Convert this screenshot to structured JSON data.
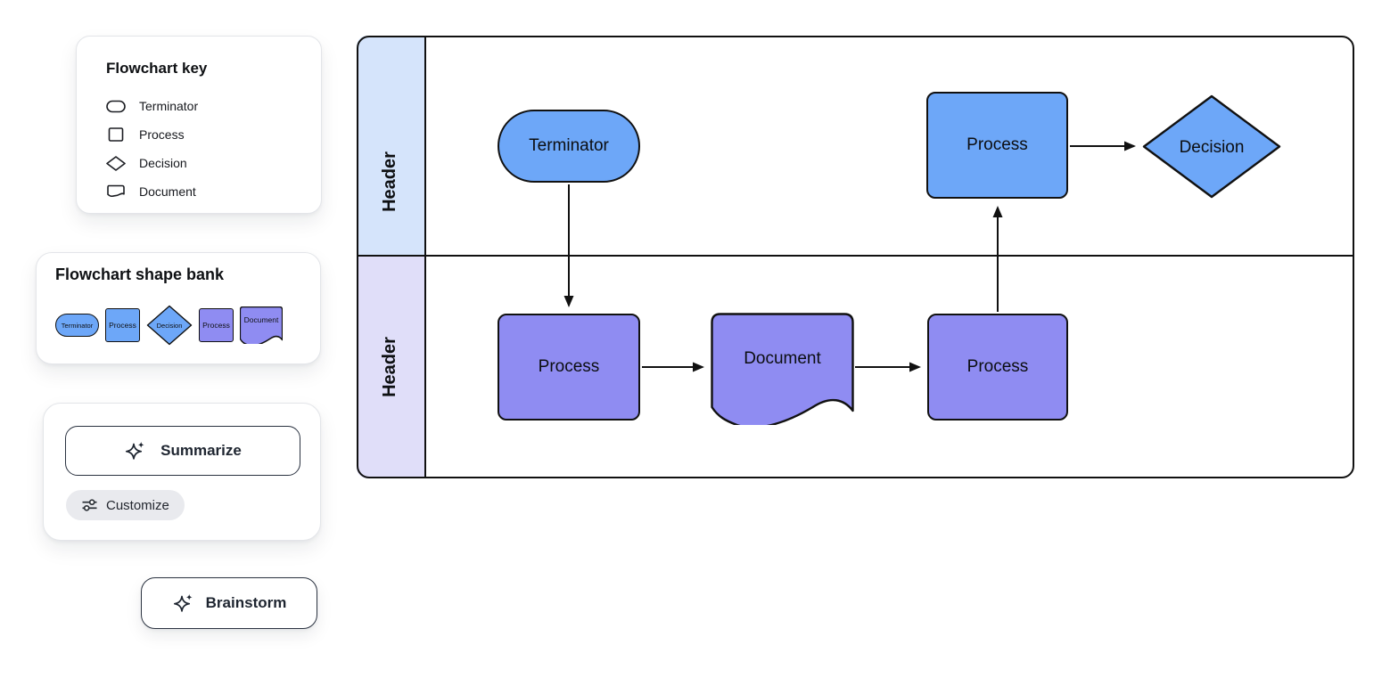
{
  "key_panel": {
    "title": "Flowchart key",
    "items": [
      {
        "icon": "terminator-outline-icon",
        "label": "Terminator"
      },
      {
        "icon": "process-outline-icon",
        "label": "Process"
      },
      {
        "icon": "decision-outline-icon",
        "label": "Decision"
      },
      {
        "icon": "document-outline-icon",
        "label": "Document"
      }
    ]
  },
  "shape_bank": {
    "title": "Flowchart shape bank",
    "shapes": [
      {
        "type": "terminator",
        "label": "Terminator",
        "fill": "#6DA7F8"
      },
      {
        "type": "process",
        "label": "Process",
        "fill": "#6DA7F8"
      },
      {
        "type": "decision",
        "label": "Decision",
        "fill": "#6DA7F8"
      },
      {
        "type": "process",
        "label": "Process",
        "fill": "#8F8CF2"
      },
      {
        "type": "document",
        "label": "Document",
        "fill": "#8F8CF2"
      }
    ]
  },
  "ai_widget": {
    "summarize_label": "Summarize",
    "customize_label": "Customize",
    "brainstorm_label": "Brainstorm"
  },
  "canvas": {
    "lanes": [
      {
        "header": "Header",
        "header_fill": "#D5E4FB"
      },
      {
        "header": "Header",
        "header_fill": "#E0DEF9"
      }
    ],
    "nodes": [
      {
        "id": "terminator-1",
        "type": "terminator",
        "label": "Terminator",
        "fill": "#6DA7F8",
        "lane": "top"
      },
      {
        "id": "process-1",
        "type": "process",
        "label": "Process",
        "fill": "#6DA7F8",
        "lane": "top"
      },
      {
        "id": "decision-1",
        "type": "decision",
        "label": "Decision",
        "fill": "#6DA7F8",
        "lane": "top"
      },
      {
        "id": "process-2",
        "type": "process",
        "label": "Process",
        "fill": "#8F8CF2",
        "lane": "bottom"
      },
      {
        "id": "document-1",
        "type": "document",
        "label": "Document",
        "fill": "#8F8CF2",
        "lane": "bottom"
      },
      {
        "id": "process-3",
        "type": "process",
        "label": "Process",
        "fill": "#8F8CF2",
        "lane": "bottom"
      }
    ],
    "edges": [
      {
        "from": "terminator-1",
        "to": "process-2"
      },
      {
        "from": "process-2",
        "to": "document-1"
      },
      {
        "from": "document-1",
        "to": "process-3"
      },
      {
        "from": "process-3",
        "to": "process-1"
      },
      {
        "from": "process-1",
        "to": "decision-1"
      }
    ],
    "colors": {
      "shape_blue": "#6DA7F8",
      "shape_purple": "#8F8CF2",
      "lane_header_blue": "#D5E4FB",
      "lane_header_purple": "#E0DEF9",
      "stroke": "#111111"
    }
  }
}
